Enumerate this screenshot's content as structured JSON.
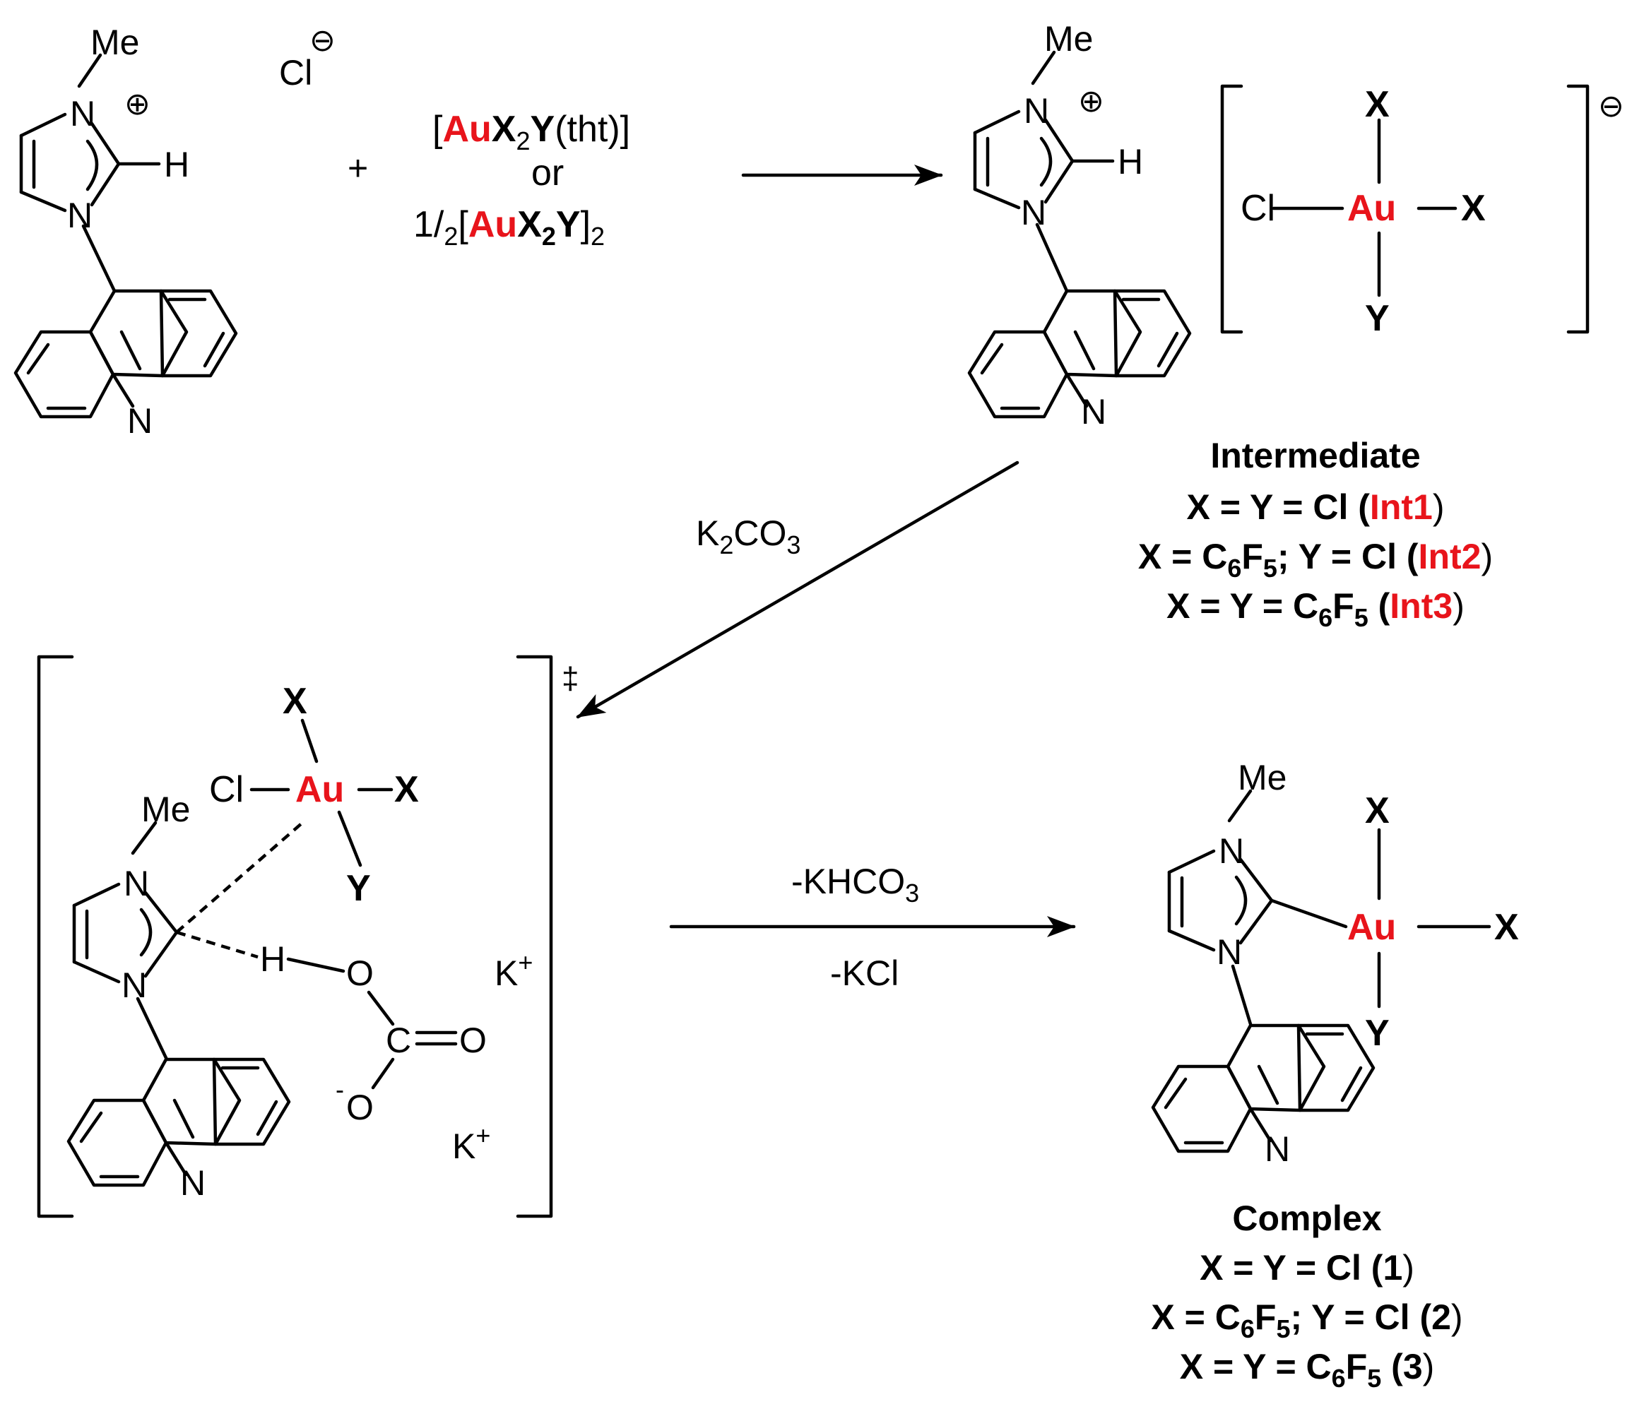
{
  "colors": {
    "accent": "#e8141b",
    "ink": "#000000"
  },
  "atoms": {
    "me": "Me",
    "n": "N",
    "h": "H",
    "cl": "Cl",
    "au": "Au",
    "x": "X",
    "y": "Y",
    "o": "O",
    "c": "C"
  },
  "charges": {
    "plus": "⊕",
    "minus": "⊖",
    "dagger": "‡",
    "k": "K",
    "k_sup": "+",
    "o_minus_sup": "-"
  },
  "reagents": {
    "plus_sign": "+",
    "line1": {
      "open": "[",
      "au": "Au",
      "x": "X",
      "sub": "2",
      "y": "Y",
      "tail": "(tht)]"
    },
    "or": "or",
    "line3": {
      "num": "1",
      "slash": "/",
      "den": "2",
      "open": "[",
      "au": "Au",
      "x": "X",
      "sub": "2",
      "y": "Y",
      "close": "]",
      "sub2": "2"
    }
  },
  "conditions": {
    "base": {
      "k": "K",
      "k_sub": "2",
      "co": "CO",
      "o_sub": "3"
    },
    "byproduct1": {
      "text": "-KHCO",
      "sub": "3"
    },
    "byproduct2": "-KCl"
  },
  "intermediate": {
    "title": "Intermediate",
    "lines": [
      {
        "formula": "X = Y = Cl (",
        "label": "Int1",
        "close": ")"
      },
      {
        "formula_a": "X = C",
        "sub_a": "6",
        "formula_b": "F",
        "sub_b": "5",
        "formula_c": "; Y = Cl (",
        "label": "Int2",
        "close": ")"
      },
      {
        "formula_a": "X = Y = C",
        "sub_a": "6",
        "formula_b": "F",
        "sub_b": "5",
        "formula_c": " (",
        "label": "Int3",
        "close": ")"
      }
    ]
  },
  "complex": {
    "title": "Complex",
    "lines": [
      {
        "formula": "X = Y = Cl (",
        "label": "1",
        "close": ")"
      },
      {
        "formula_a": "X = C",
        "sub_a": "6",
        "formula_b": "F",
        "sub_b": "5",
        "formula_c": "; Y = Cl (",
        "label": "2",
        "close": ")"
      },
      {
        "formula_a": "X = Y = C",
        "sub_a": "6",
        "formula_b": "F",
        "sub_b": "5",
        "formula_c": " (",
        "label": "3",
        "close": ")"
      }
    ]
  }
}
